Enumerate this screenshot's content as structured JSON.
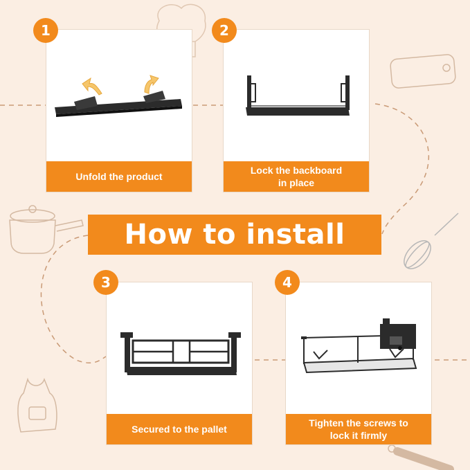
{
  "title": "How to install",
  "steps": [
    {
      "number": "1",
      "caption": "Unfold the product"
    },
    {
      "number": "2",
      "caption": "Lock the backboard\nin place"
    },
    {
      "number": "3",
      "caption": "Secured to the pallet"
    },
    {
      "number": "4",
      "caption": "Tighten the screws to\nlock it firmly"
    }
  ],
  "colors": {
    "accent": "#f28a1c",
    "background": "#fbeee3",
    "product": "#2b2b2b"
  },
  "icons": [
    "chef-hat-icon",
    "cutting-board-icon",
    "saucepan-icon",
    "whisk-icon",
    "apron-icon",
    "rolling-pin-icon",
    "curved-arrow-icon"
  ]
}
